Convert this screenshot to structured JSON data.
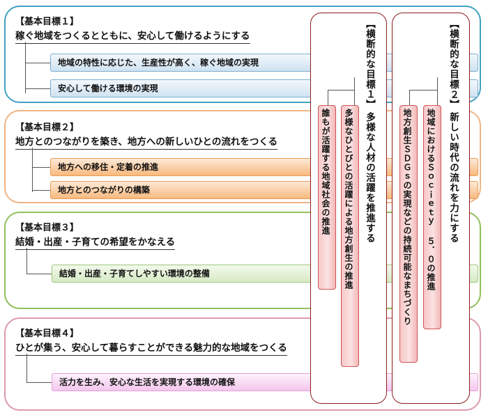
{
  "goals": [
    {
      "label": "【基本目標１】",
      "title": "稼ぐ地域をつくるとともに、安心して働けるようにする",
      "items": [
        "地域の特性に応じた、生産性が高く、稼ぐ地域の実現",
        "安心して働ける環境の実現"
      ]
    },
    {
      "label": "【基本目標２】",
      "title": "地方とのつながりを築き、地方への新しいひとの流れをつくる",
      "items": [
        "地方への移住・定着の推進",
        "地方とのつながりの構築"
      ]
    },
    {
      "label": "【基本目標３】",
      "title": "結婚・出産・子育ての希望をかなえる",
      "items": [
        "結婚・出産・子育てしやすい環境の整備"
      ]
    },
    {
      "label": "【基本目標４】",
      "title": "ひとが集う、安心して暮らすことができる魅力的な地域をつくる",
      "items": [
        "活力を生み、安心な生活を実現する環境の確保"
      ]
    }
  ],
  "cross_goals": [
    {
      "label": "【横断的な目標１】",
      "title": "多様な人材の活躍を推進する",
      "items": [
        "多様なひとびとの活躍による地方創生の推進",
        "誰もが活躍する地域社会の推進"
      ]
    },
    {
      "label": "【横断的な目標２】",
      "title": "新しい時代の流れを力にする",
      "items": [
        "地域におけるＳｏｃｉｅｔｙ ５．０の推進",
        "地方創生ＳＤＧｓの実現などの持続可能なまちづくり"
      ]
    }
  ]
}
